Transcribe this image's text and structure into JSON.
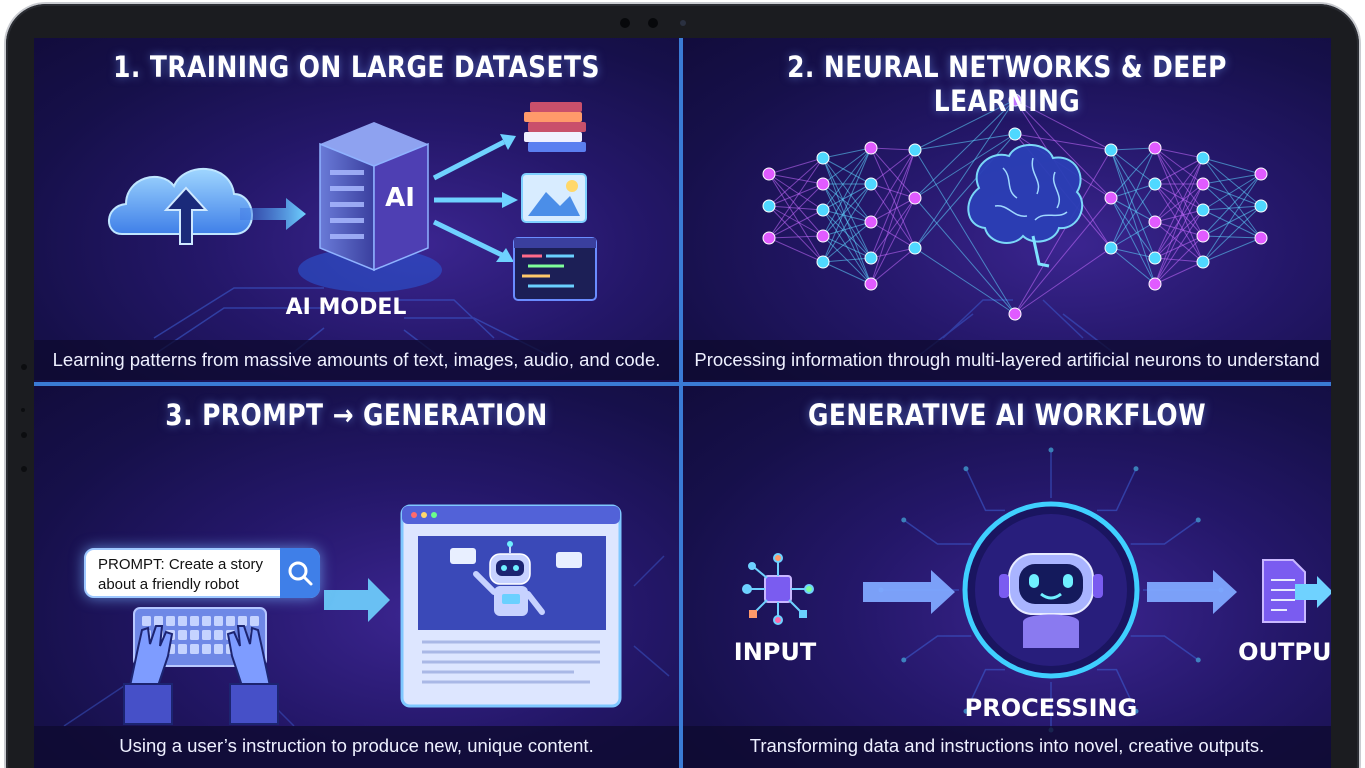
{
  "panels": [
    {
      "title": "1. TRAINING ON LARGE DATASETS",
      "caption": "Learning patterns from massive amounts of text, images, audio, and code.",
      "label": "AI MODEL",
      "badge": "AI"
    },
    {
      "title": "2. NEURAL NETWORKS & DEEP LEARNING",
      "caption": "Processing information through multi-layered artificial neurons to understand context."
    },
    {
      "title": "3. PROMPT → GENERATION",
      "caption": "Using a user’s instruction to produce new, unique content.",
      "prompt_line1": "PROMPT: Create a story",
      "prompt_line2": "about a friendly robot"
    },
    {
      "title": "GENERATIVE AI WORKFLOW",
      "caption": "Transforming data and instructions into novel, creative outputs.",
      "input_label": "INPUT",
      "processing_label": "PROCESSING",
      "output_label": "OUTPUT"
    }
  ],
  "colors": {
    "accent_cyan": "#4fd8ff",
    "accent_magenta": "#e05bff",
    "divider_blue": "#3a7bd5",
    "panel_bg": "#1c1358"
  },
  "icons": [
    "cloud-upload-icon",
    "server-icon",
    "books-icon",
    "image-icon",
    "code-window-icon",
    "brain-icon",
    "search-icon",
    "keyboard-icon",
    "robot-icon",
    "document-icon"
  ]
}
